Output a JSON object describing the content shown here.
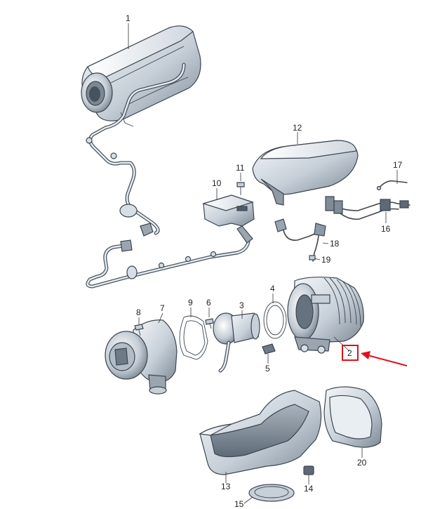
{
  "callouts": {
    "p1": "1",
    "p2": "2",
    "p3": "3",
    "p4": "4",
    "p5": "5",
    "p6": "6",
    "p7": "7",
    "p8": "8",
    "p9": "9",
    "p10": "10",
    "p11": "11",
    "p12": "12",
    "p13": "13",
    "p14": "14",
    "p15": "15",
    "p16": "16",
    "p17": "17",
    "p18": "18",
    "p19": "19",
    "p20": "20"
  },
  "highlight": {
    "box_color": "#e0101a",
    "arrow_color": "#e0101a"
  },
  "part_colors": {
    "light": "#e9eef3",
    "mid": "#b9c3cd",
    "dark": "#6f7b87",
    "line": "#3d4650"
  }
}
